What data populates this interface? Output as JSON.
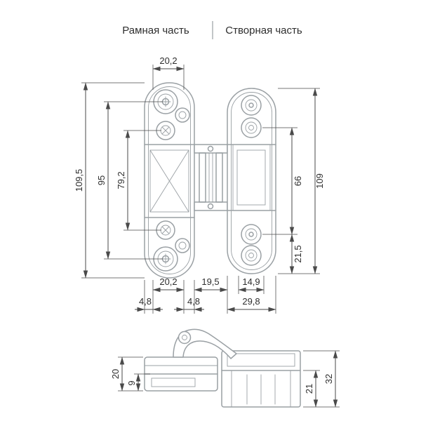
{
  "header": {
    "left_label": "Рамная часть",
    "right_label": "Створная часть"
  },
  "dims": {
    "front": {
      "top_width": "20,2",
      "frame_total_height": "109,5",
      "frame_screw_span": "95",
      "frame_inner_span": "79,2",
      "leaf_screw_span": "66",
      "leaf_total_height": "109",
      "leaf_bottom_offset": "21,5",
      "frame_hole_width": "20,2",
      "center_gap": "19,5",
      "leaf_hole_width": "14,9",
      "frame_left_offset": "4,8",
      "frame_right_offset": "4,8",
      "leaf_width": "29,8"
    },
    "side": {
      "frame_height": "20",
      "frame_cup_depth": "9",
      "leaf_cup_depth": "21",
      "leaf_height": "32"
    }
  },
  "colors": {
    "background": "#ffffff",
    "part_line": "#9aa0a4",
    "dim_line": "#4a4a4a",
    "text": "#2e2e2e"
  }
}
